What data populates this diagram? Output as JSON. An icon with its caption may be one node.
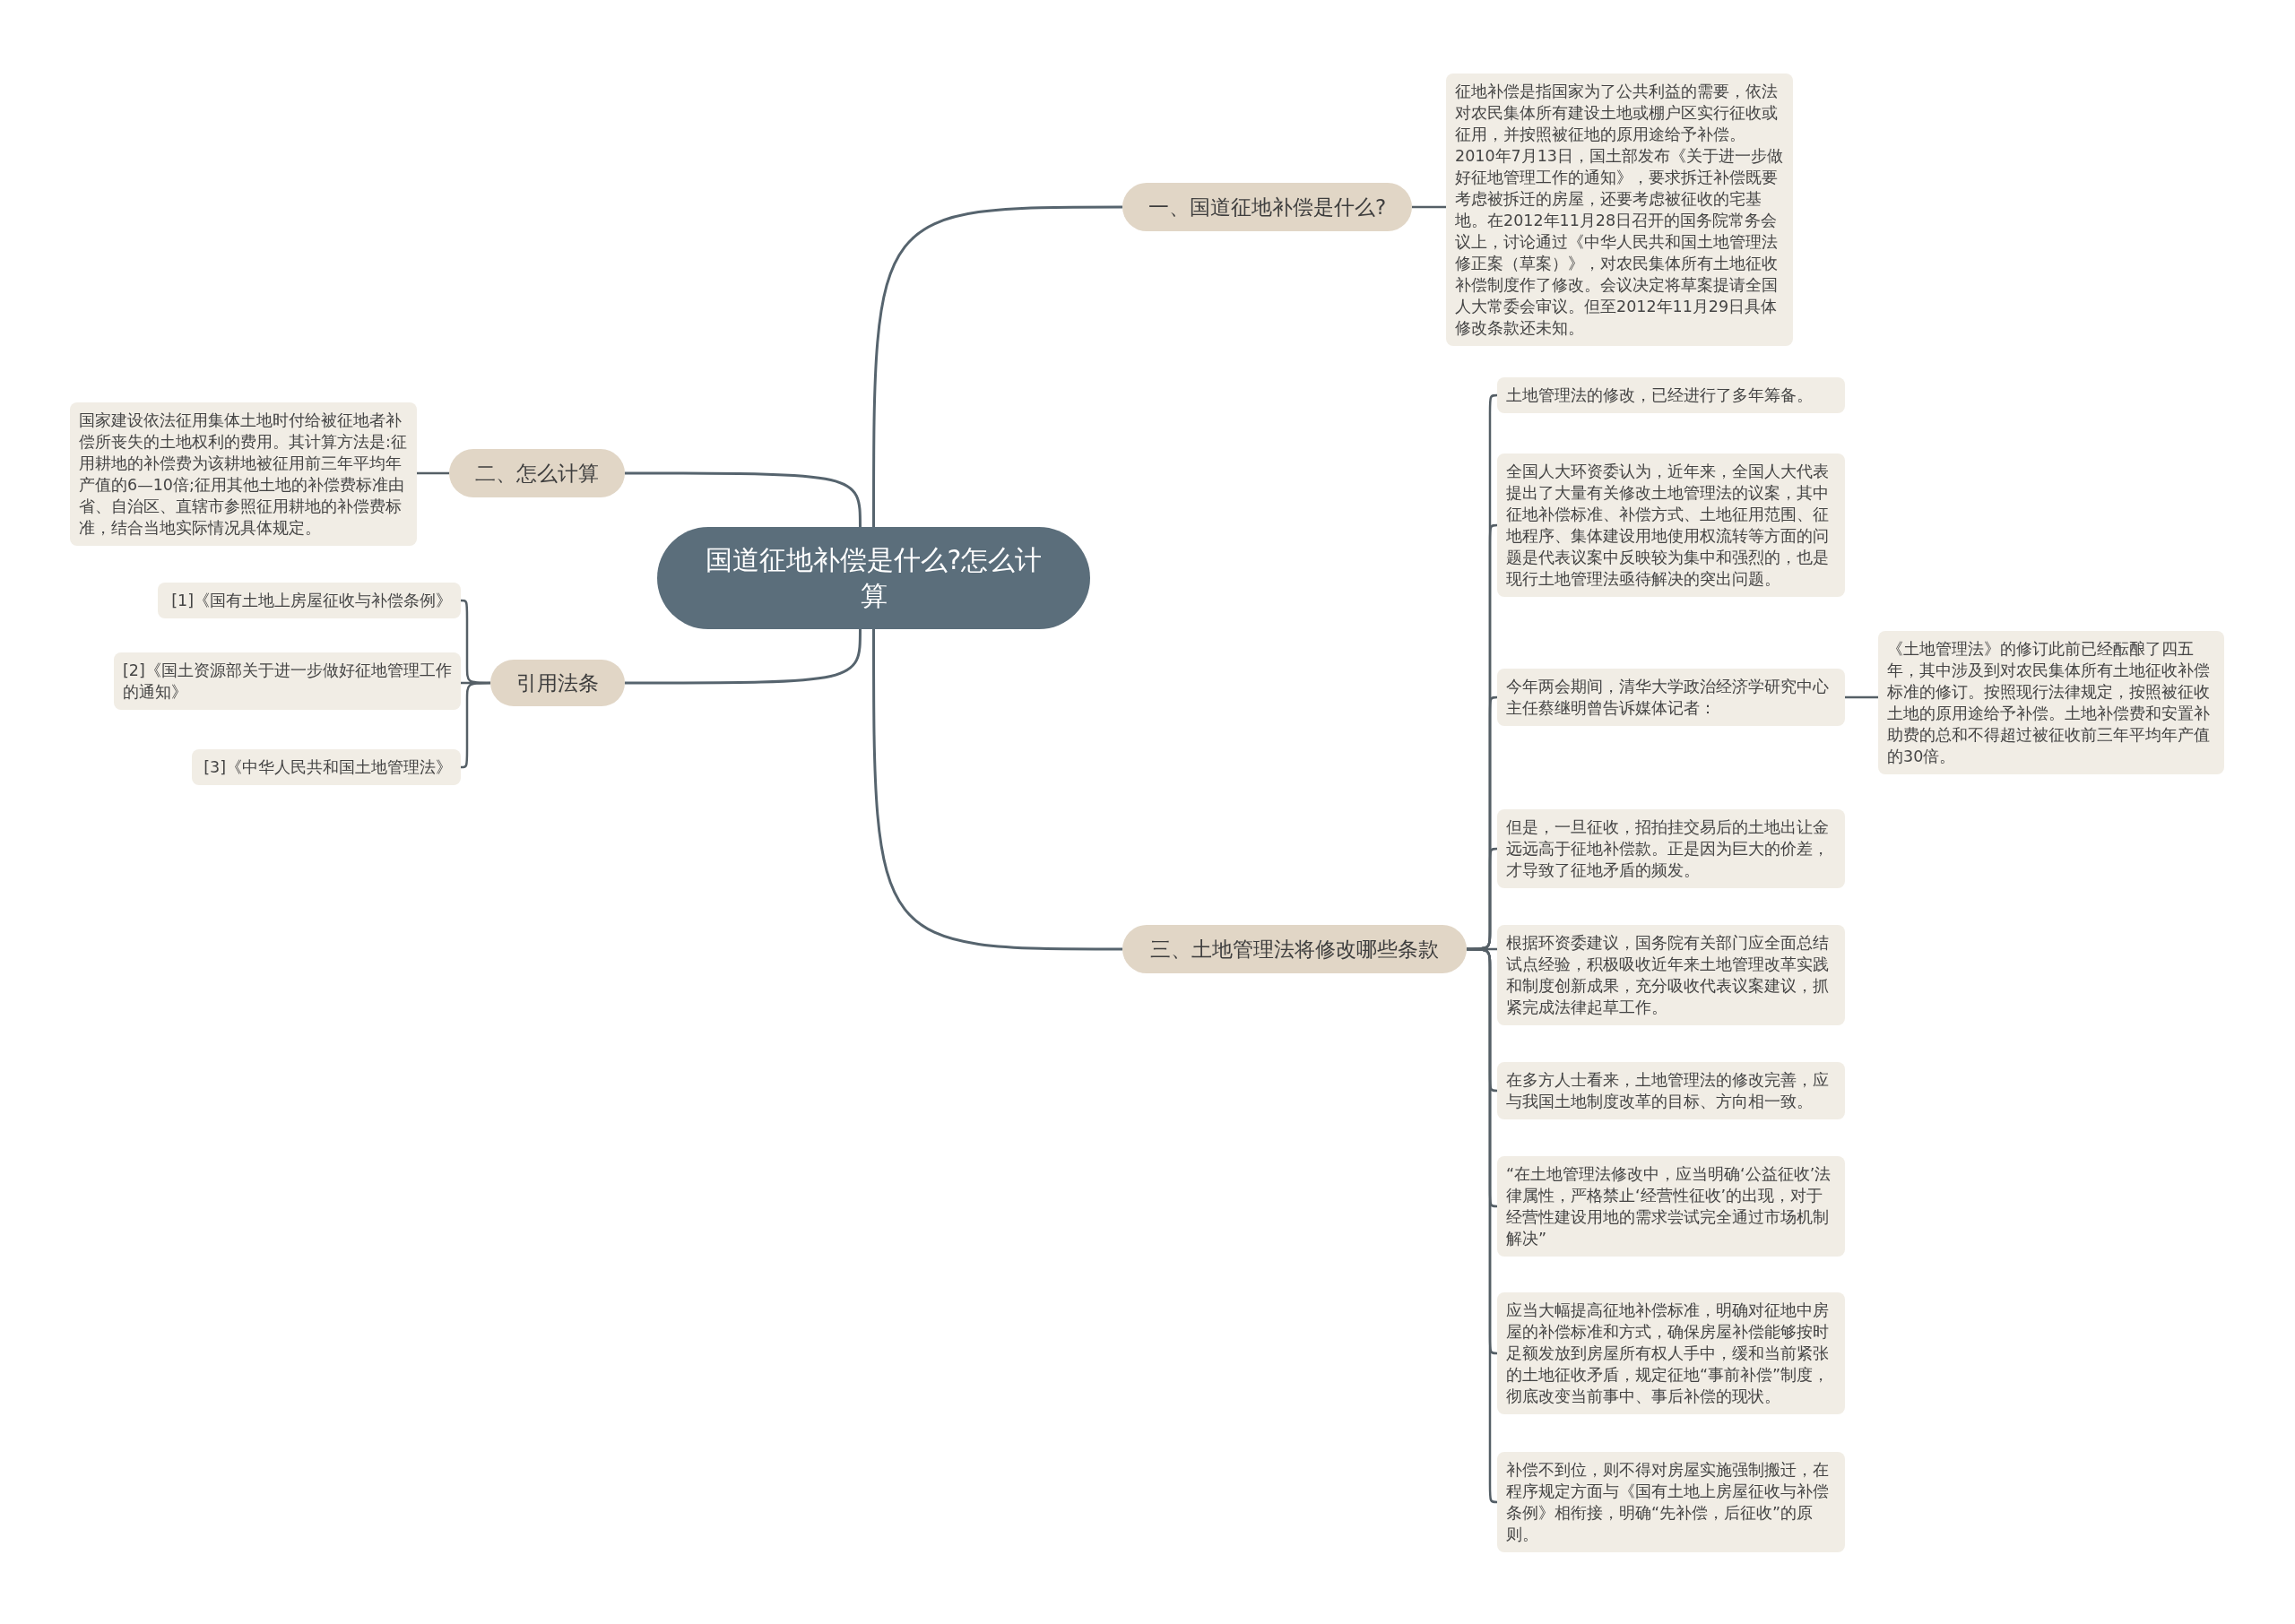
{
  "diagram": {
    "nodes": [
      {
        "text": [
          "国道征地补偿是什么?怎么计算"
        ]
      },
      {
        "text": [
          "一、国道征地补偿是什么?"
        ]
      },
      {
        "text": [
          "征地补偿是指国家为了公共利益的需要，依法对农民集体所有建设土地或棚户区实行征收或征用，并按照被征地的原用途给予补偿。2010年7月13日，国土部发布《关于进一步做好征地管理工作的通知》，要求拆迁补偿既要考虑被拆迁的房屋，还要考虑被征收的宅基地。在2012年11月28日召开的国务院常务会议上，讨论通过《中华人民共和国土地管理法修正案（草案）》，对农民集体所有土地征收补偿制度作了修改。会议决定将草案提请全国人大常委会审议。但至2012年11月29日具体修改条款还未知。"
        ]
      },
      {
        "text": [
          "二、怎么计算"
        ]
      },
      {
        "text": [
          "国家建设依法征用集体土地时付给被征地者补偿所丧失的土地权利的费用。其计算方法是:征用耕地的补偿费为该耕地被征用前三年平均年产值的6—10倍;征用其他土地的补偿费标准由省、自治区、直辖市参照征用耕地的补偿费标准，结合当地实际情况具体规定。"
        ]
      },
      {
        "text": [
          "引用法条"
        ]
      },
      {
        "text": [
          "[1]《国有土地上房屋征收与补偿条例》"
        ]
      },
      {
        "text": [
          "[2]《国土资源部关于进一步做好征地管理工作的通知》"
        ]
      },
      {
        "text": [
          "[3]《中华人民共和国土地管理法》"
        ]
      },
      {
        "text": [
          "三、土地管理法将修改哪些条款"
        ]
      },
      {
        "text": [
          "土地管理法的修改，已经进行了多年筹备。"
        ]
      },
      {
        "text": [
          "全国人大环资委认为，近年来，全国人大代表提出了大量有关修改土地管理法的议案，其中征地补偿标准、补偿方式、土地征用范围、征地程序、集体建设用地使用权流转等方面的问题是代表议案中反映较为集中和强烈的，也是现行土地管理法亟待解决的突出问题。"
        ]
      },
      {
        "text": [
          "今年两会期间，清华大学政治经济学研究中心主任蔡继明曾告诉媒体记者："
        ]
      },
      {
        "text": [
          "《土地管理法》的修订此前已经酝酿了四五年，其中涉及到对农民集体所有土地征收补偿标准的修订。按照现行法律规定，按照被征收土地的原用途给予补偿。土地补偿费和安置补助费的总和不得超过被征收前三年平均年产值的30倍。"
        ]
      },
      {
        "text": [
          "但是，一旦征收，招拍挂交易后的土地出让金远远高于征地补偿款。正是因为巨大的价差，才导致了征地矛盾的频发。"
        ]
      },
      {
        "text": [
          "根据环资委建议，国务院有关部门应全面总结试点经验，积极吸收近年来土地管理改革实践和制度创新成果，充分吸收代表议案建议，抓紧完成法律起草工作。"
        ]
      },
      {
        "text": [
          "在多方人士看来，土地管理法的修改完善，应与我国土地制度改革的目标、方向相一致。"
        ]
      },
      {
        "text": [
          "“在土地管理法修改中，应当明确‘公益征收’法律属性，严格禁止‘经营性征收’的出现，对于经营性建设用地的需求尝试完全通过市场机制解决”"
        ]
      },
      {
        "text": [
          "应当大幅提高征地补偿标准，明确对征地中房屋的补偿标准和方式，确保房屋补偿能够按时足额发放到房屋所有权人手中，缓和当前紧张的土地征收矛盾，规定征地“事前补偿”制度，彻底改变当前事中、事后补偿的现状。"
        ]
      },
      {
        "text": [
          "补偿不到位，则不得对房屋实施强制搬迁，在程序规定方面与《国有土地上房屋征收与补偿条例》相衔接，明确“先补偿，后征收”的原则。"
        ]
      }
    ],
    "edges": [
      {
        "from": 0,
        "to": 1,
        "arrow": "none"
      },
      {
        "from": 1,
        "to": 2,
        "arrow": "none"
      },
      {
        "from": 0,
        "to": 3,
        "arrow": "none"
      },
      {
        "from": 3,
        "to": 4,
        "arrow": "none"
      },
      {
        "from": 0,
        "to": 5,
        "arrow": "none"
      },
      {
        "from": 5,
        "to": 6,
        "arrow": "none"
      },
      {
        "from": 5,
        "to": 7,
        "arrow": "none"
      },
      {
        "from": 5,
        "to": 8,
        "arrow": "none"
      },
      {
        "from": 0,
        "to": 9,
        "arrow": "none"
      },
      {
        "from": 9,
        "to": 10,
        "arrow": "none"
      },
      {
        "from": 9,
        "to": 11,
        "arrow": "none"
      },
      {
        "from": 9,
        "to": 12,
        "arrow": "none"
      },
      {
        "from": 12,
        "to": 13,
        "arrow": "none"
      },
      {
        "from": 9,
        "to": 14,
        "arrow": "none"
      },
      {
        "from": 9,
        "to": 15,
        "arrow": "none"
      },
      {
        "from": 9,
        "to": 16,
        "arrow": "none"
      },
      {
        "from": 9,
        "to": 17,
        "arrow": "none"
      },
      {
        "from": 9,
        "to": 18,
        "arrow": "none"
      },
      {
        "from": 9,
        "to": 19,
        "arrow": "none"
      }
    ]
  }
}
